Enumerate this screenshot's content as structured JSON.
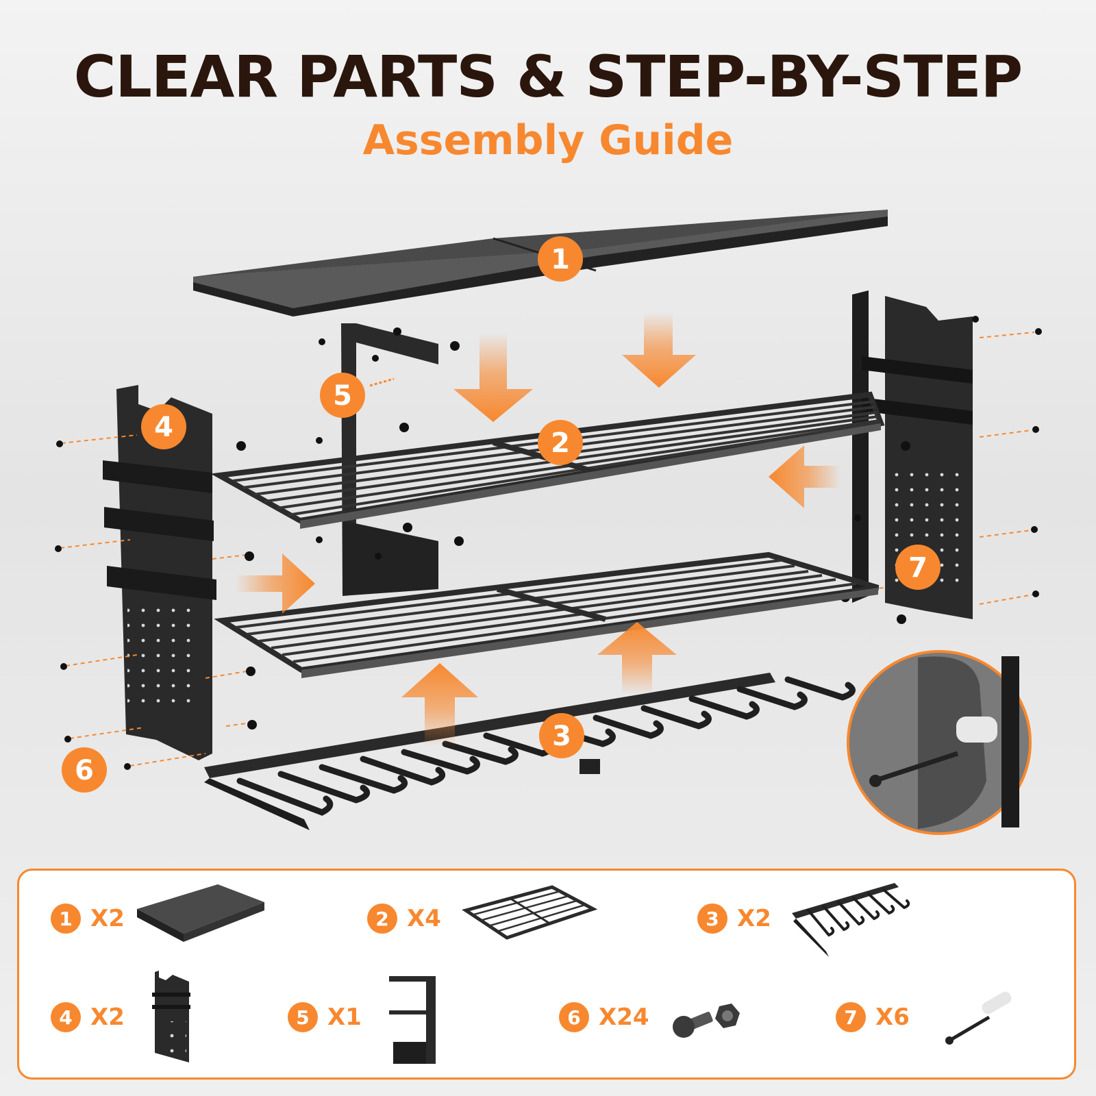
{
  "header": {
    "title": "CLEAR PARTS & STEP-BY-STEP",
    "subtitle": "Assembly Guide"
  },
  "colors": {
    "accent": "#f7882f",
    "title": "#2a160c",
    "metal": "#2b2b2b"
  },
  "diagram": {
    "callouts": [
      "1",
      "2",
      "3",
      "4",
      "5",
      "6",
      "7"
    ]
  },
  "parts": [
    {
      "number": "1",
      "qty": "X2",
      "icon": "wood-board-icon"
    },
    {
      "number": "2",
      "qty": "X4",
      "icon": "wire-shelf-icon"
    },
    {
      "number": "3",
      "qty": "X2",
      "icon": "tool-rack-icon"
    },
    {
      "number": "4",
      "qty": "X2",
      "icon": "side-bracket-icon"
    },
    {
      "number": "5",
      "qty": "X1",
      "icon": "center-bracket-icon"
    },
    {
      "number": "6",
      "qty": "X24",
      "icon": "bolt-nut-icon"
    },
    {
      "number": "7",
      "qty": "X6",
      "icon": "screw-anchor-icon"
    }
  ]
}
